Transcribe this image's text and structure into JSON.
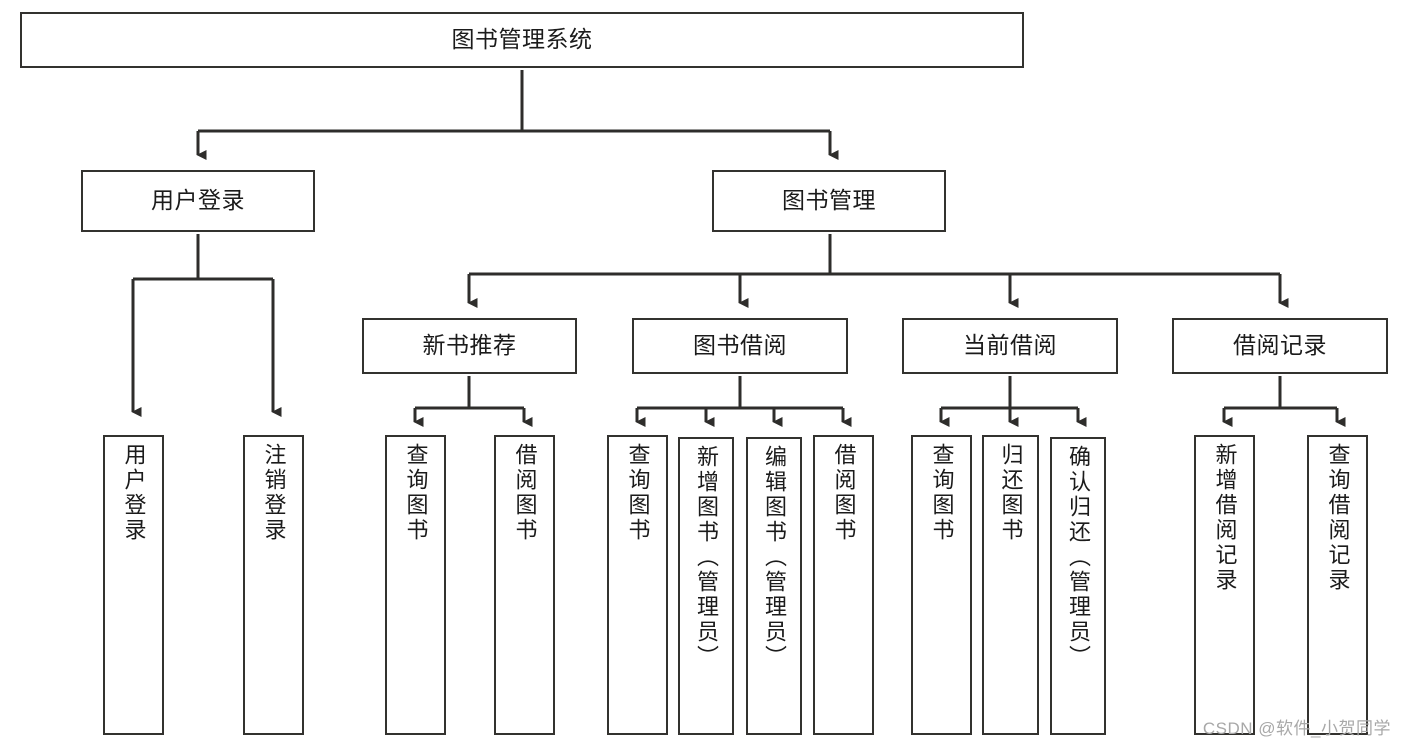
{
  "diagram": {
    "title": "图书管理系统",
    "type": "tree-hierarchy-chart",
    "stroke_color": "#33322f",
    "fill_color": "#ffffff",
    "text_color": "#1b1b1b",
    "root": {
      "label": "图书管理系统"
    },
    "level2": [
      {
        "label": "用户登录"
      },
      {
        "label": "图书管理"
      }
    ],
    "level3": [
      {
        "label": "新书推荐"
      },
      {
        "label": "图书借阅"
      },
      {
        "label": "当前借阅"
      },
      {
        "label": "借阅记录"
      }
    ],
    "leaves": {
      "user_login": [
        {
          "label": "用户登录"
        },
        {
          "label": "注销登录"
        }
      ],
      "new_book_recommend": [
        {
          "label": "查询图书"
        },
        {
          "label": "借阅图书"
        }
      ],
      "book_borrow": [
        {
          "label": "查询图书"
        },
        {
          "label": "新增图书（管理员）"
        },
        {
          "label": "编辑图书（管理员）"
        },
        {
          "label": "借阅图书"
        }
      ],
      "current_borrow": [
        {
          "label": "查询图书"
        },
        {
          "label": "归还图书"
        },
        {
          "label": "确认归还（管理员）"
        }
      ],
      "borrow_records": [
        {
          "label": "新增借阅记录"
        },
        {
          "label": "查询借阅记录"
        }
      ]
    }
  },
  "watermark": {
    "text": "CSDN @软件_小贺同学"
  }
}
